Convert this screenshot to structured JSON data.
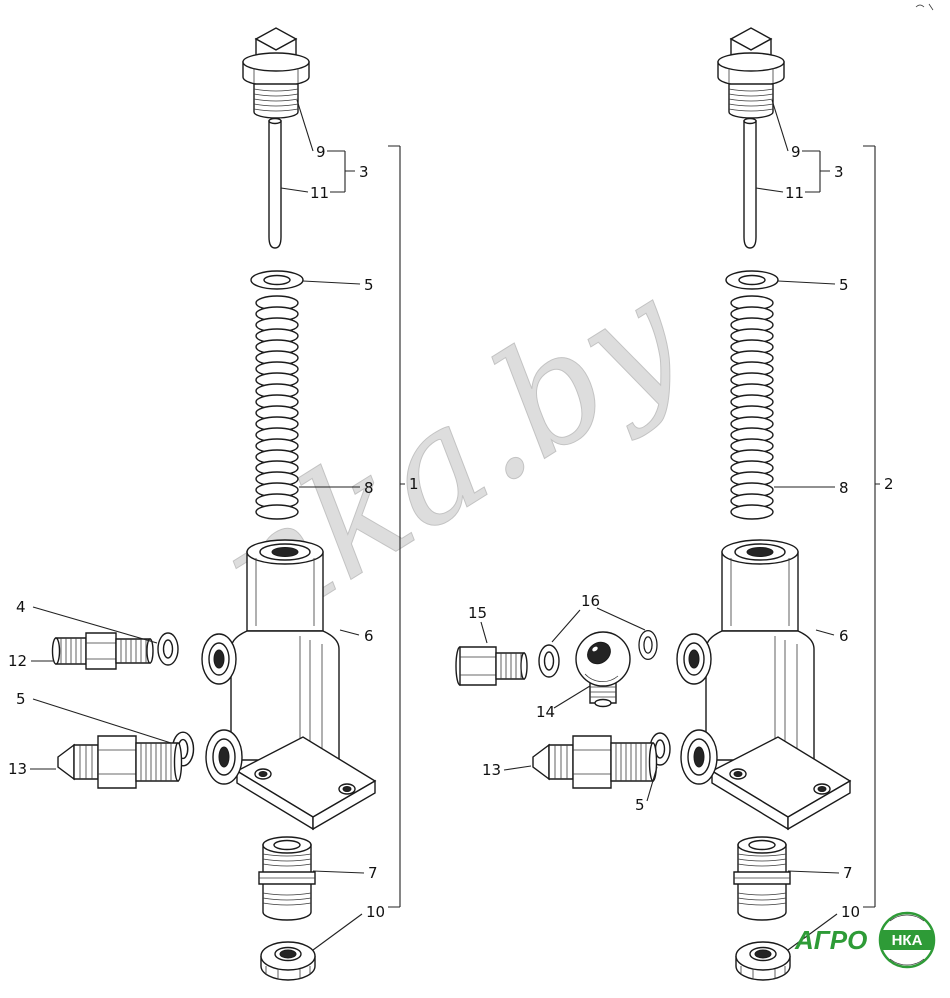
{
  "watermark": "nka.by",
  "logo": {
    "brand": "АГРО",
    "emblem": "НКА",
    "green": "#2e9b37"
  },
  "left": {
    "group_label": "1",
    "callouts": {
      "plug": "9",
      "rod": "11",
      "plug_rod_group": "3",
      "washer_top": "5",
      "spring": "8",
      "body": "6",
      "seal_upper": "4",
      "fitting_upper": "12",
      "seal_lower": "5",
      "fitting_lower": "13",
      "coupling": "7",
      "nut": "10"
    }
  },
  "right": {
    "group_label": "2",
    "callouts": {
      "plug": "9",
      "rod": "11",
      "plug_rod_group": "3",
      "washer_top": "5",
      "spring": "8",
      "body": "6",
      "plug_side": "15",
      "seals_pair": "16",
      "elbow": "14",
      "fitting_lower": "13",
      "seal_lower": "5",
      "coupling": "7",
      "nut": "10"
    }
  }
}
